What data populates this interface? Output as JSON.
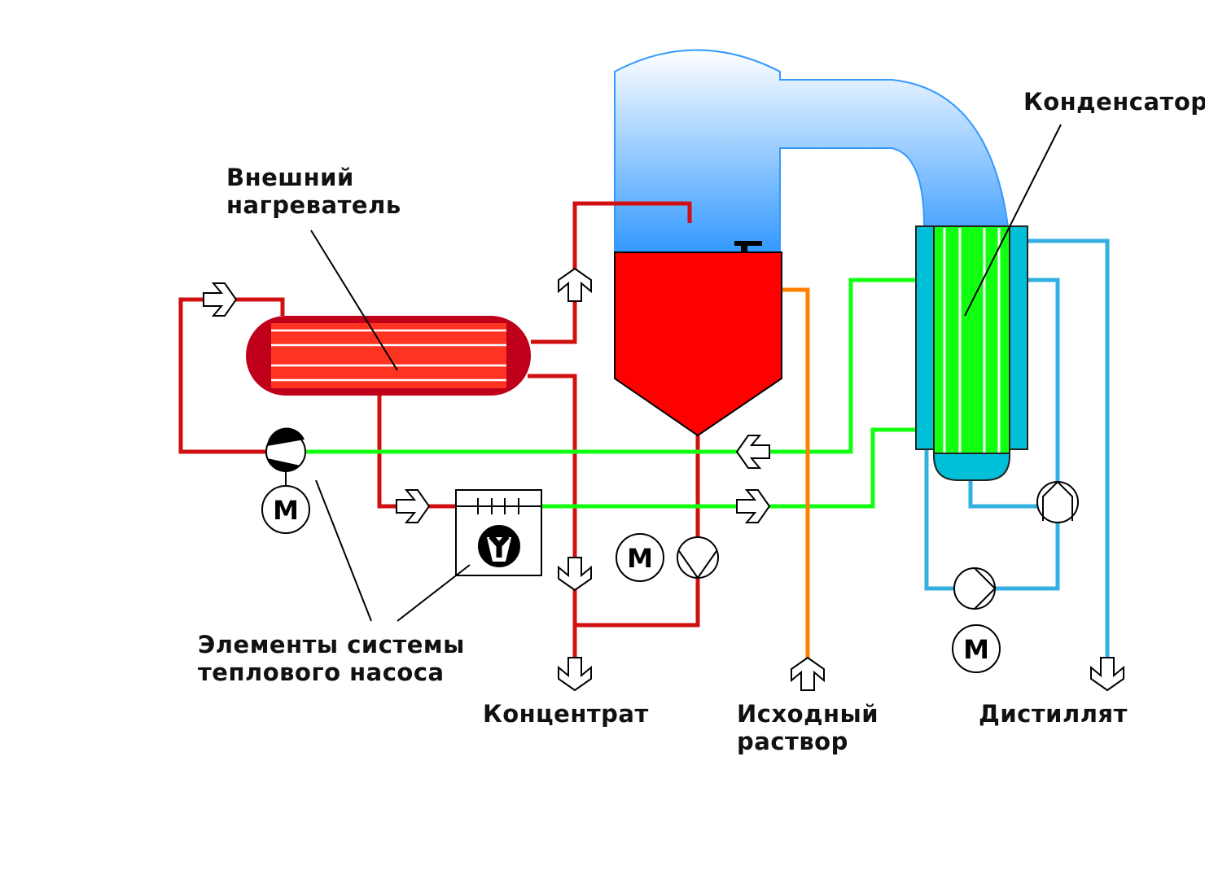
{
  "labels": {
    "heater": [
      "Внешний",
      "нагреватель"
    ],
    "condenser": "Конденсатор",
    "heat_pump": [
      "Элементы системы",
      "теплового насоса"
    ],
    "concentrate": "Концентрат",
    "feed": [
      "Исходный",
      "раствор"
    ],
    "distillate": "Дистиллят",
    "motor": "M"
  },
  "colors": {
    "hot_pipe": "#d01010",
    "coolant_pipe": "#11ff11",
    "feed_pipe": "#ff8000",
    "distillate_pipe": "#33b0e0",
    "tank": "#ff0000",
    "heater_shell": "#c0001a",
    "heater_core": "#ff3322",
    "condenser_shell": "#00c0d8",
    "vapor_top": "#ffffff",
    "vapor_bottom": "#3399ff"
  }
}
